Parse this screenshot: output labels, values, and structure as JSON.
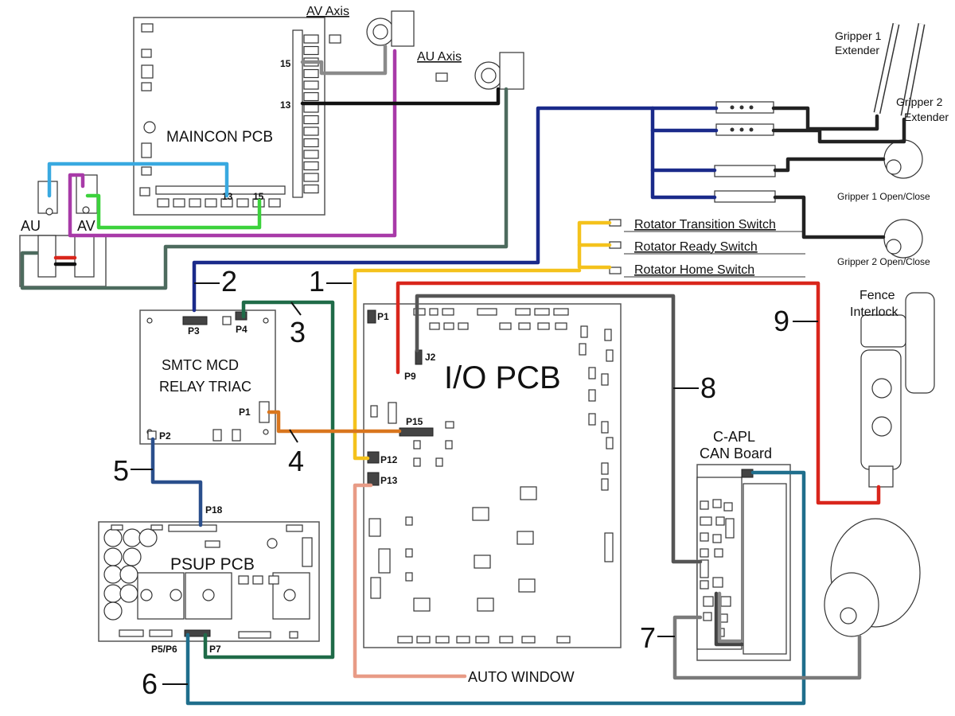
{
  "boards": {
    "maincon": "MAINCON PCB",
    "smtc_line1": "SMTC MCD",
    "smtc_line2": "RELAY TRIAC",
    "io": "I/O PCB",
    "psup": "PSUP PCB",
    "capl_line1": "C-APL",
    "capl_line2": "CAN Board"
  },
  "devices": {
    "av_axis": "AV Axis",
    "au_axis": "AU Axis",
    "au": "AU",
    "av": "AV",
    "gripper1_ext_line1": "Gripper 1",
    "gripper1_ext_line2": "Extender",
    "gripper2_ext_line1": "Gripper 2",
    "gripper2_ext_line2": "Extender",
    "gripper1_oc": "Gripper 1 Open/Close",
    "gripper2_oc": "Gripper 2 Open/Close",
    "rot_transition": "Rotator Transition Switch",
    "rot_ready": "Rotator Ready Switch",
    "rot_home": "Rotator Home Switch",
    "fence_line1": "Fence",
    "fence_line2": "Interlock",
    "auto_window": "AUTO WINDOW"
  },
  "connectors": {
    "mc15_top": "15",
    "mc13_right": "13",
    "mc13_bottom": "13",
    "mc15_bottom": "15",
    "smtc_p3": "P3",
    "smtc_p4": "P4",
    "smtc_p1": "P1",
    "smtc_p2": "P2",
    "io_p1": "P1",
    "io_j2": "J2",
    "io_p9": "P9",
    "io_p15": "P15",
    "io_p12": "P12",
    "io_p13": "P13",
    "psup_p18": "P18",
    "psup_p5p6": "P5/P6",
    "psup_p7": "P7"
  },
  "cable_numbers": [
    "1",
    "2",
    "3",
    "4",
    "5",
    "6",
    "7",
    "8",
    "9"
  ],
  "colors": {
    "navy": "#1a2a8a",
    "cyan": "#39a9e0",
    "purple": "#a83aa8",
    "green": "#3cd23c",
    "gray": "#8a8a8a",
    "black": "#111111",
    "slate": "#4d6b5e",
    "yellow": "#f4c21c",
    "red": "#d9261c",
    "lightgray": "#c8c8c8",
    "darkgreen": "#1f6b48",
    "orange": "#d9761e",
    "salmon": "#e89b86",
    "teal": "#1f6e8c",
    "steelblue": "#2a4f8c"
  }
}
